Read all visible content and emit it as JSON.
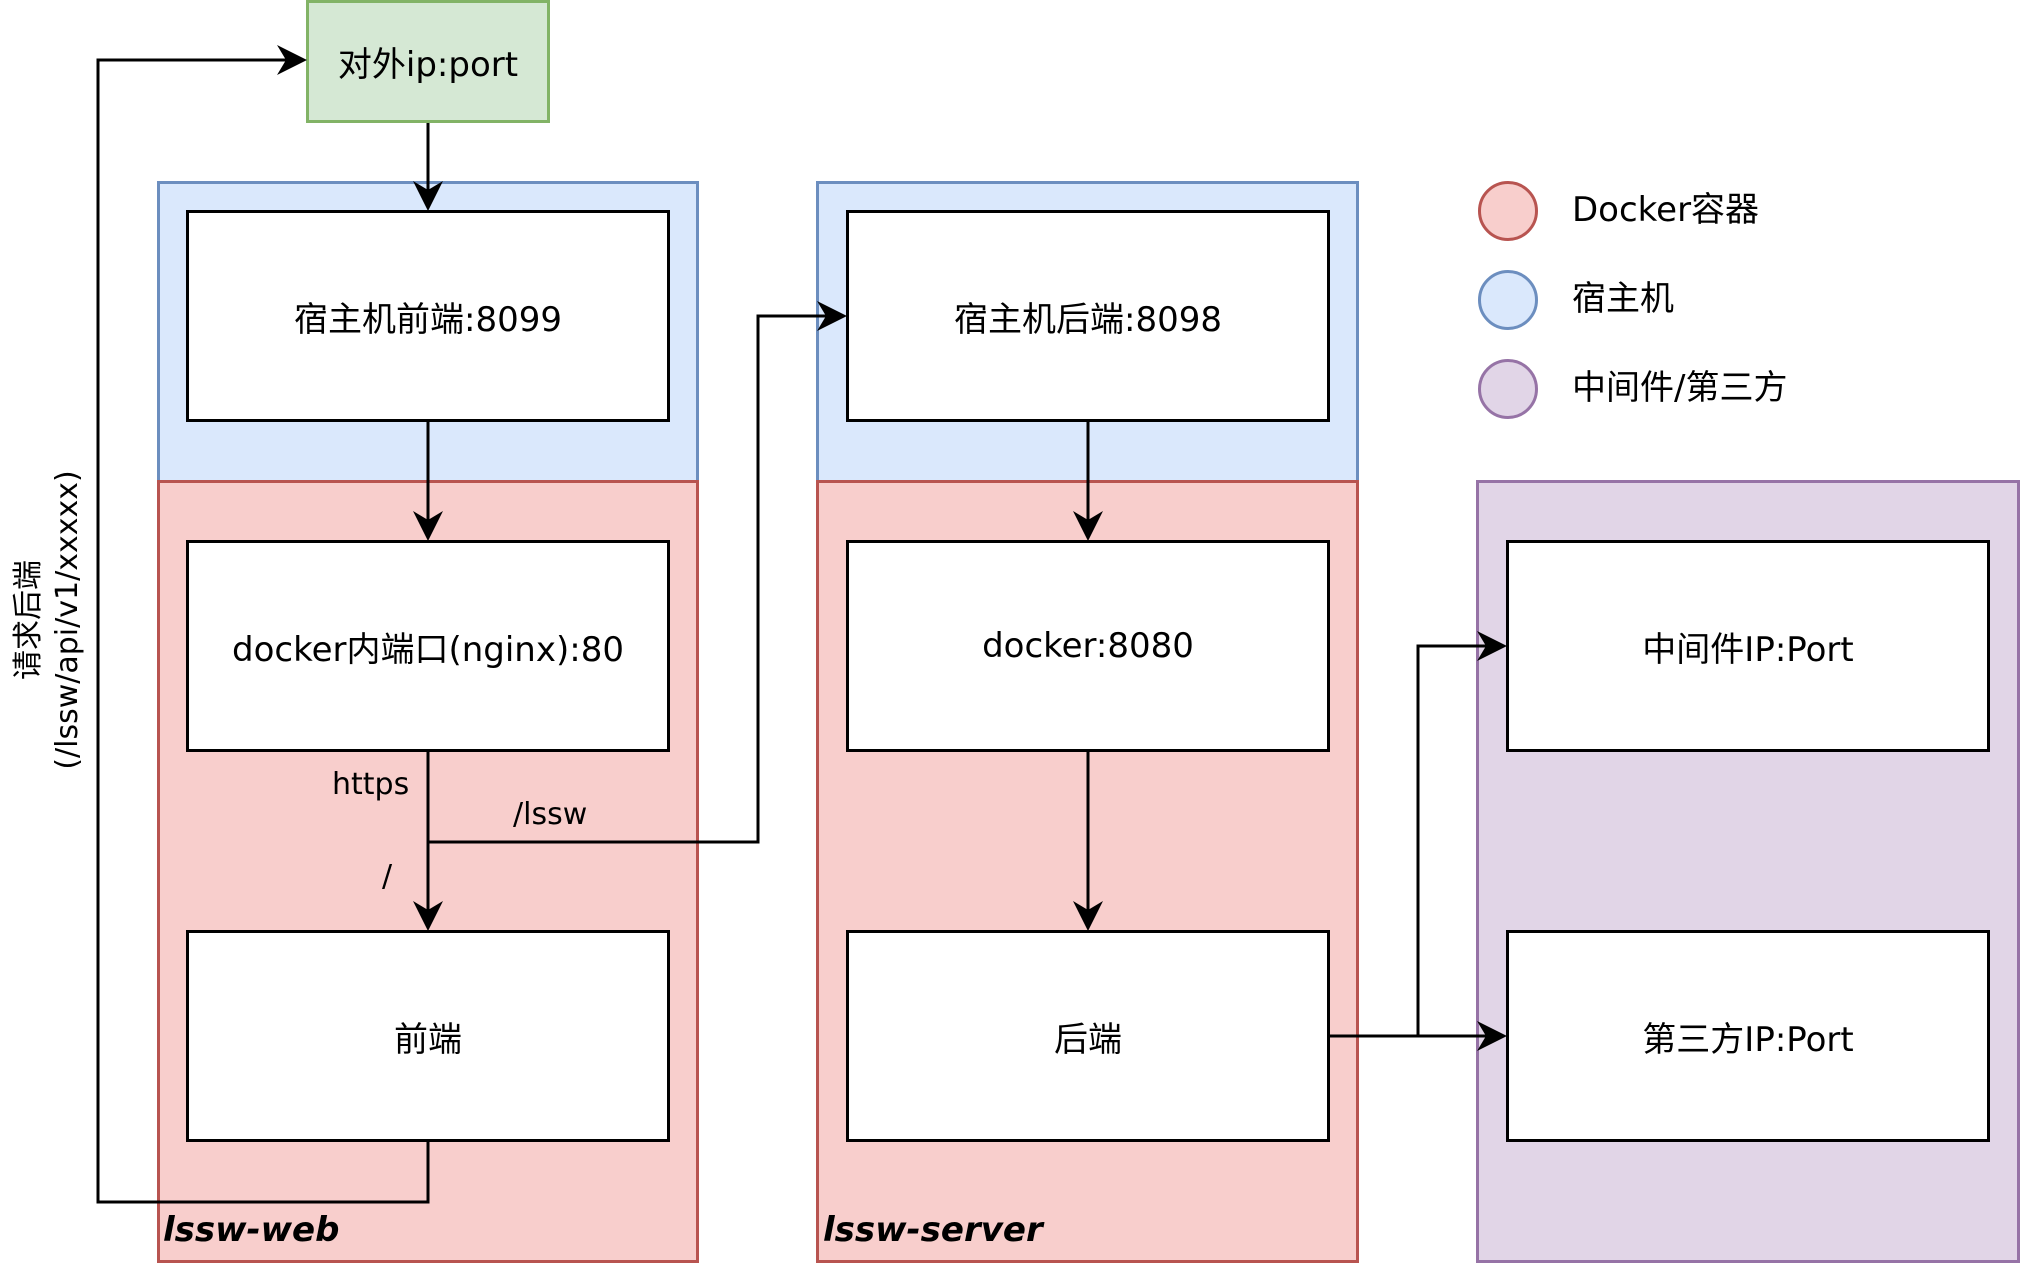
{
  "entry": {
    "label": "对外ip:port"
  },
  "web": {
    "group_label": "lssw-web",
    "host_box": "宿主机前端:8099",
    "nginx_box": "docker内端口(nginx):80",
    "frontend_box": "前端",
    "edge_https": "https",
    "edge_root": "/",
    "edge_lssw": "/lssw"
  },
  "server": {
    "group_label": "lssw-server",
    "host_box": "宿主机后端:8098",
    "docker_box": "docker:8080",
    "backend_box": "后端"
  },
  "third_party": {
    "middleware_box": "中间件IP:Port",
    "third_box": "第三方IP:Port"
  },
  "request_label": {
    "line1": "请求后端",
    "line2": "(/lssw/api/v1/xxxxx)"
  },
  "legend": [
    {
      "label": "Docker容器",
      "fill": "#f8cecc",
      "stroke": "#b85450"
    },
    {
      "label": "宿主机",
      "fill": "#dae8fc",
      "stroke": "#6c8ebf"
    },
    {
      "label": "中间件/第三方",
      "fill": "#e1d5e7",
      "stroke": "#9673a6"
    }
  ],
  "colors": {
    "host": "#dae8fc",
    "docker": "#f8cecc",
    "third_party": "#e1d5e7",
    "entry": "#d5e8d4",
    "edge": "#000000"
  }
}
